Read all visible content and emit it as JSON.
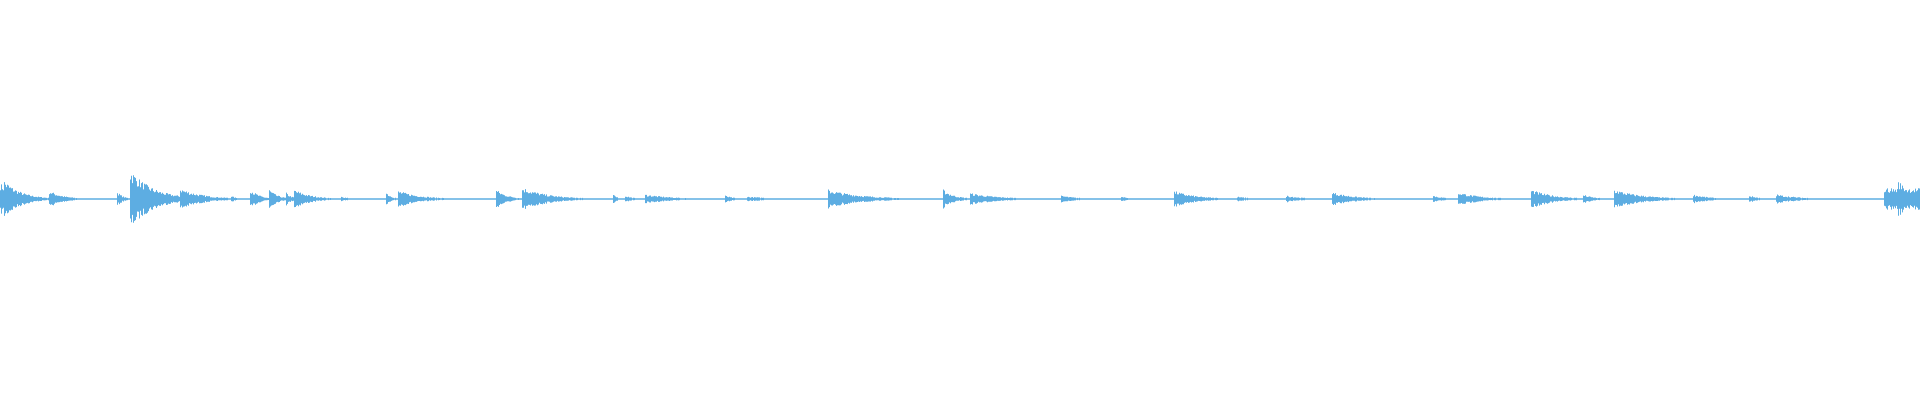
{
  "chart_data": {
    "type": "area",
    "kind": "audio-waveform",
    "title": "",
    "xlabel": "",
    "ylabel": "",
    "grid": false,
    "legend": "none",
    "color": "#5dade2",
    "background": "#ffffff"
  }
}
